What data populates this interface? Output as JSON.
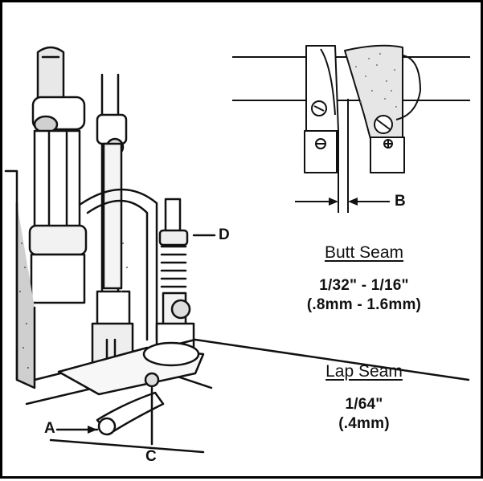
{
  "callouts": {
    "a": "A",
    "b": "B",
    "c": "C",
    "d": "D"
  },
  "butt_seam": {
    "title": "Butt Seam",
    "line1": "1/32\" - 1/16\"",
    "line2": "(.8mm - 1.6mm)"
  },
  "lap_seam": {
    "title": "Lap Seam",
    "line1": "1/64\"",
    "line2": "(.4mm)"
  }
}
